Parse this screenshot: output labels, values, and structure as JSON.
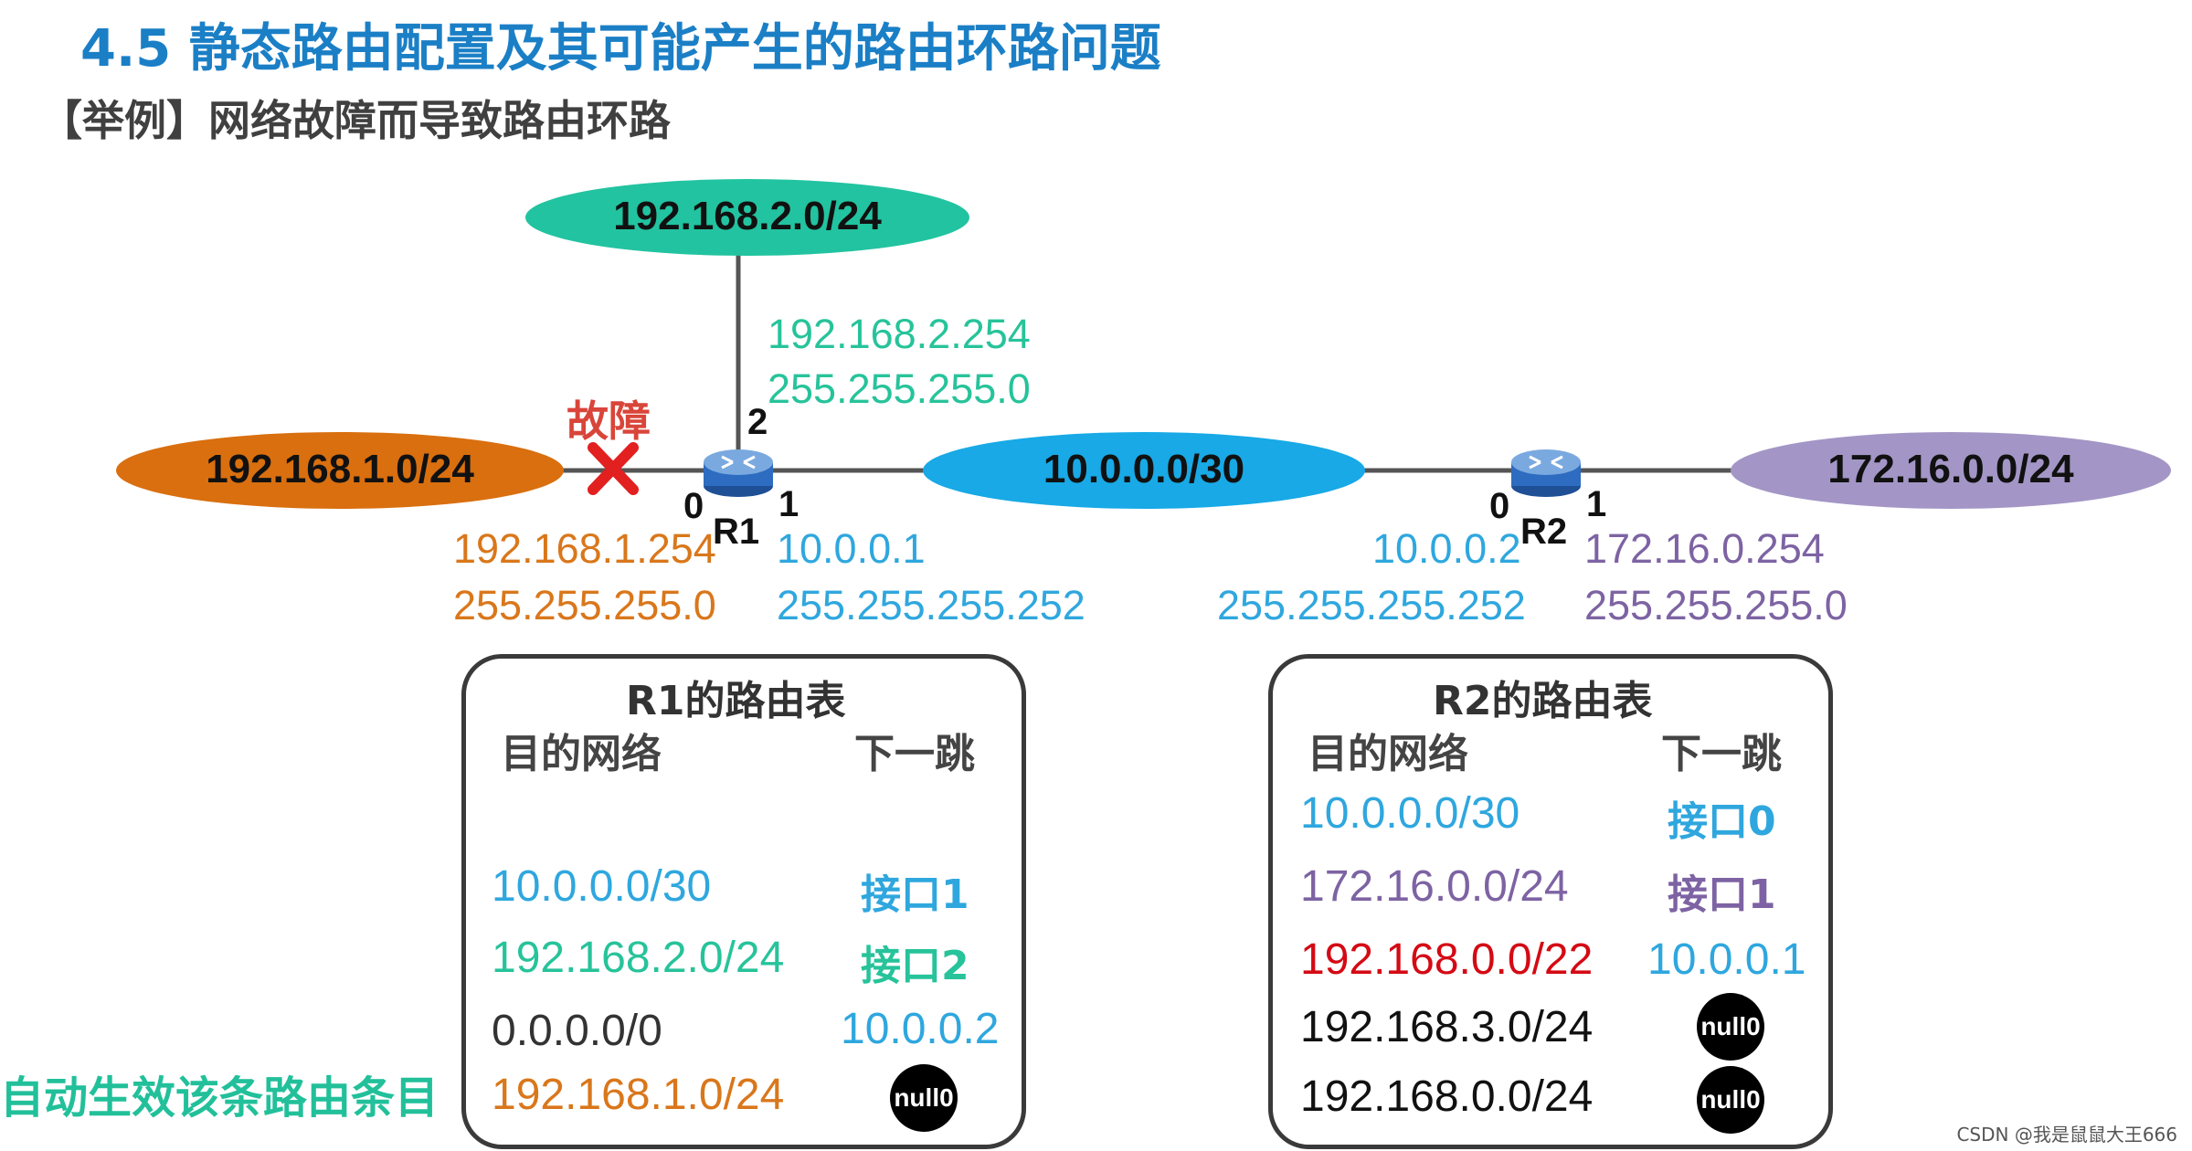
{
  "title": "4.5  静态路由配置及其可能产生的路由环路问题",
  "subtitle": "【举例】网络故障而导致路由环路",
  "networks": {
    "net_top": "192.168.2.0/24",
    "net_left": "192.168.1.0/24",
    "net_mid": "10.0.0.0/30",
    "net_right": "172.16.0.0/24"
  },
  "fault_label": "故障",
  "r1": {
    "name": "R1",
    "if0": "0",
    "if1": "1",
    "if2": "2",
    "if2_ip": "192.168.2.254",
    "if2_mask": "255.255.255.0",
    "if0_ip": "192.168.1.254",
    "if0_mask": "255.255.255.0",
    "if1_ip": "10.0.0.1",
    "if1_mask": "255.255.255.252"
  },
  "r2": {
    "name": "R2",
    "if0": "0",
    "if1": "1",
    "if0_ip": "10.0.0.2",
    "if0_mask": "255.255.255.252",
    "if1_ip": "172.16.0.254",
    "if1_mask": "255.255.255.0"
  },
  "r1_table": {
    "title": "R1的路由表",
    "col_dest": "目的网络",
    "col_next": "下一跳",
    "rows": [
      {
        "dest": "10.0.0.0/30",
        "next": "接口1"
      },
      {
        "dest": "192.168.2.0/24",
        "next": "接口2"
      },
      {
        "dest": "0.0.0.0/0",
        "next": "10.0.0.2"
      },
      {
        "dest": "192.168.1.0/24",
        "next": "null0"
      }
    ]
  },
  "r2_table": {
    "title": "R2的路由表",
    "col_dest": "目的网络",
    "col_next": "下一跳",
    "rows": [
      {
        "dest": "10.0.0.0/30",
        "next": "接口0"
      },
      {
        "dest": "172.16.0.0/24",
        "next": "接口1"
      },
      {
        "dest": "192.168.0.0/22",
        "next": "10.0.0.1"
      },
      {
        "dest": "192.168.3.0/24",
        "next": "null0"
      },
      {
        "dest": "192.168.0.0/24",
        "next": "null0"
      }
    ]
  },
  "auto_note": "自动生效该条路由条目",
  "watermark": "CSDN @我是鼠鼠大王666",
  "colors": {
    "green": "#27c39a",
    "orange": "#d9771b",
    "blue": "#2fa7de",
    "purple": "#7d63a3",
    "red": "#d40a14",
    "title_blue": "#1b7fc6"
  }
}
